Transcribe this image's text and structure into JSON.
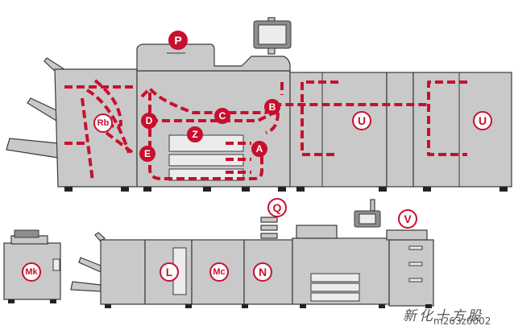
{
  "figure": {
    "badges": {
      "P": "P",
      "Rb": "Rb",
      "D": "D",
      "C": "C",
      "B": "B",
      "U1": "U",
      "U2": "U",
      "Z": "Z",
      "E": "E",
      "A": "A",
      "Q": "Q",
      "V": "V",
      "Mk": "Mk",
      "L": "L",
      "Mc": "Mc",
      "N": "N"
    },
    "colors": {
      "badge_fill": "#c8102e",
      "badge_text": "#ffffff",
      "path": "#c8102e",
      "machine_body": "#c9c9c9",
      "outline": "#3a3a3a"
    }
  },
  "watermark": {
    "site_text": "新化十方股",
    "code_text": "m263z0002"
  }
}
